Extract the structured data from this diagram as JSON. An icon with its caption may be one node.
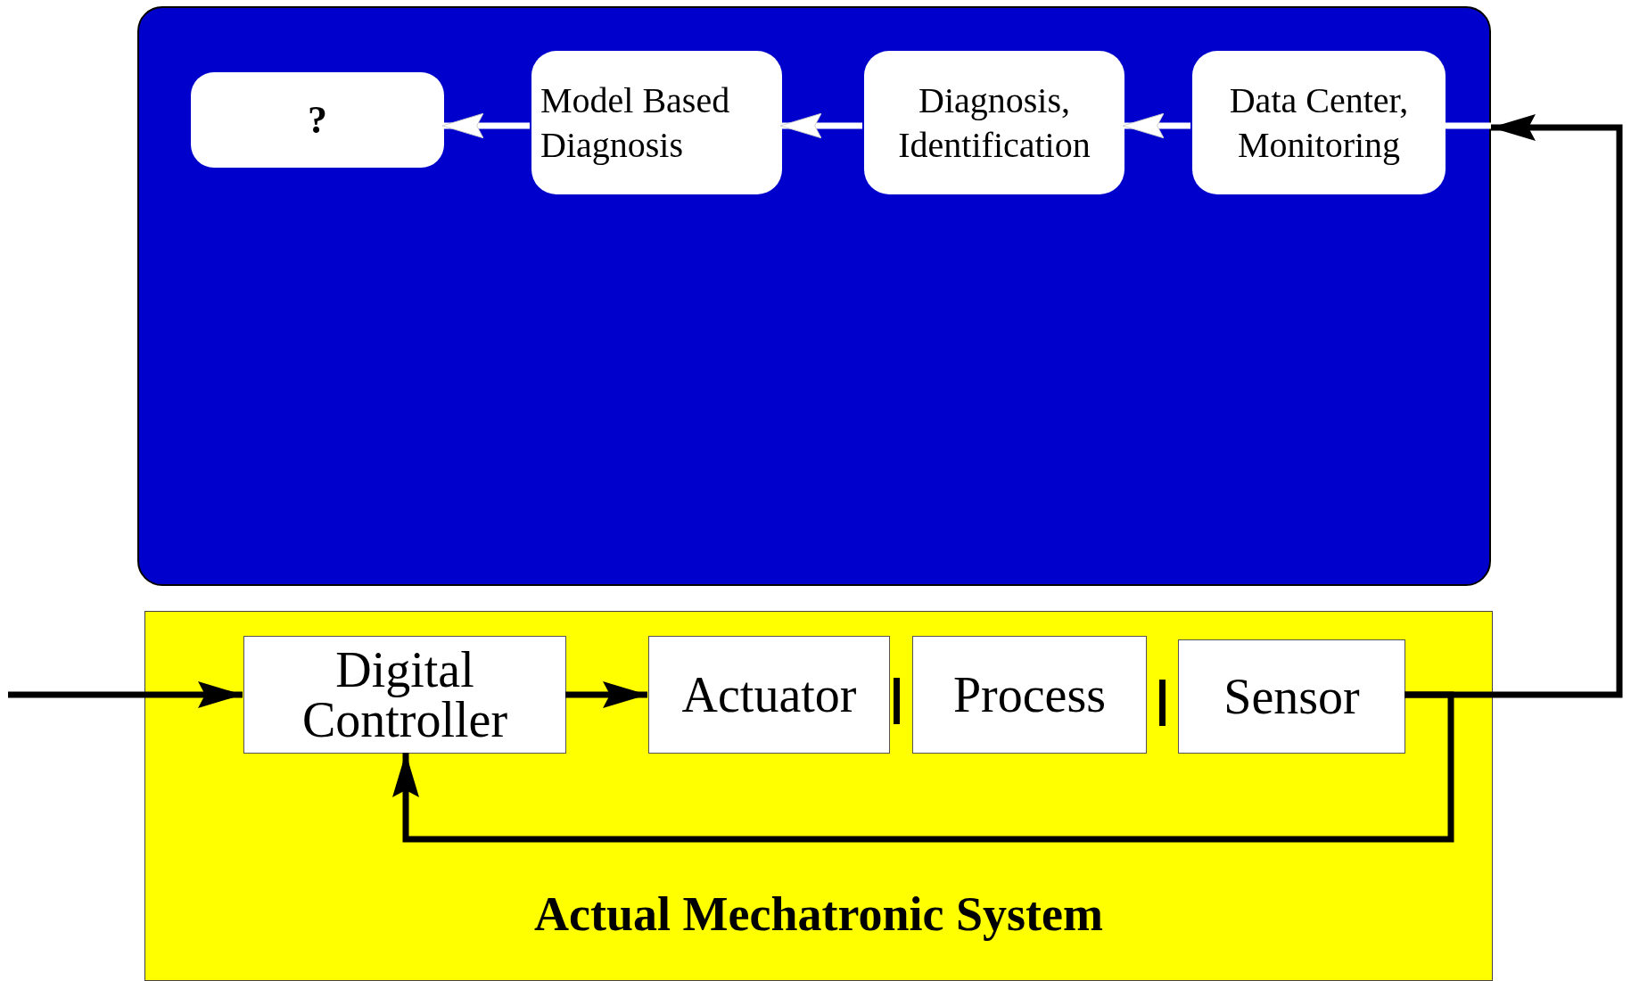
{
  "diagram": {
    "nodes": [
      {
        "text": [],
        "shape": "box"
      },
      {
        "text": [
          "?"
        ],
        "in": 0
      },
      {
        "text": [
          "Model Based Diagnosis"
        ],
        "in": 0
      },
      {
        "text": [
          "Diagnosis, Identification"
        ],
        "in": 0
      },
      {
        "text": [
          "Data Center, Monitoring"
        ],
        "in": 0
      },
      {
        "text": [
          "Actual Mechatronic System"
        ]
      },
      {
        "text": [
          "Digital Controller"
        ],
        "in": 5
      },
      {
        "text": [
          "Actuator"
        ],
        "in": 5
      },
      {
        "text": [
          "Process"
        ],
        "in": 5
      },
      {
        "text": [
          "Sensor"
        ],
        "in": 5
      }
    ],
    "edges": [
      {
        "from": null,
        "to": 6,
        "arrow": "to"
      },
      {
        "from": 6,
        "to": 7,
        "arrow": "to"
      },
      {
        "from": 9,
        "to": 6,
        "arrow": "to"
      },
      {
        "from": 9,
        "to": 0,
        "arrow": "to"
      },
      {
        "from": 0,
        "to": 4,
        "arrow": "none",
        "color": "#ffffff"
      },
      {
        "from": 4,
        "to": 3,
        "arrow": "to",
        "color": "#ffffff"
      },
      {
        "from": 3,
        "to": 2,
        "arrow": "to",
        "color": "#ffffff"
      },
      {
        "from": 2,
        "to": 1,
        "arrow": "to",
        "color": "#ffffff"
      }
    ]
  }
}
